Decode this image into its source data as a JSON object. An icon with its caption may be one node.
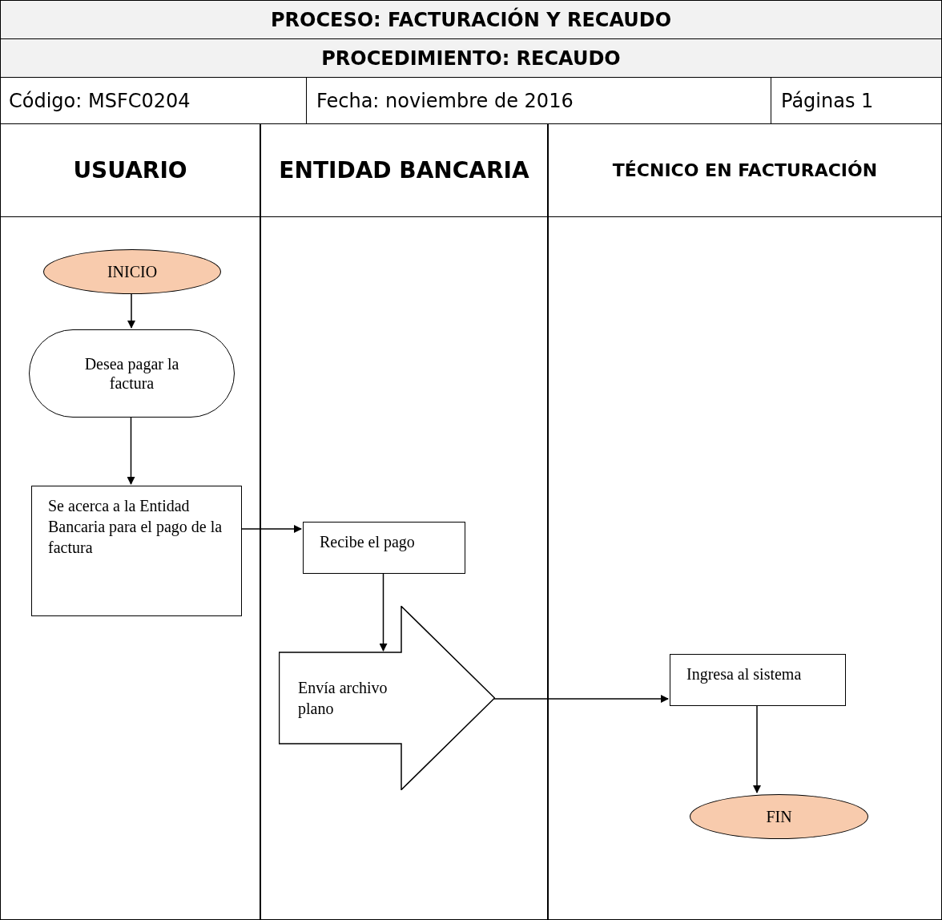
{
  "diagram": {
    "title": "PROCESO: FACTURACIÓN Y RECAUDO",
    "nodes": [
      {
        "text": [
          "USUARIO"
        ]
      },
      {
        "text": [
          "ENTIDAD BANCARIA"
        ]
      },
      {
        "text": [
          "TÉCNICO EN FACTURACIÓN"
        ]
      },
      {
        "text": [
          "INICIO"
        ],
        "in": 0
      },
      {
        "text": [
          "Desea pagar la factura"
        ],
        "in": 0
      },
      {
        "text": [
          "Se acerca a la Entidad Bancaria para el pago de la factura"
        ],
        "in": 0
      },
      {
        "text": [
          "Recibe el pago"
        ],
        "in": 1
      },
      {
        "text": [
          "Envía archivo plano"
        ],
        "in": 1
      },
      {
        "text": [
          "Ingresa al sistema"
        ],
        "in": 2
      },
      {
        "text": [
          "FIN"
        ],
        "in": 2
      }
    ],
    "edges": [
      {
        "from": 3,
        "to": 4,
        "arrow": "to"
      },
      {
        "from": 4,
        "to": 5,
        "arrow": "to"
      },
      {
        "from": 5,
        "to": 6,
        "arrow": "to"
      },
      {
        "from": 6,
        "to": 7,
        "arrow": "to"
      },
      {
        "from": 7,
        "to": 8,
        "arrow": "to"
      },
      {
        "from": 8,
        "to": 9,
        "arrow": "to"
      }
    ],
    "labels": [
      "PROCEDIMIENTO: RECAUDO",
      "Código: MSFC0204",
      "Fecha: noviembre de 2016",
      "Páginas 1"
    ]
  }
}
